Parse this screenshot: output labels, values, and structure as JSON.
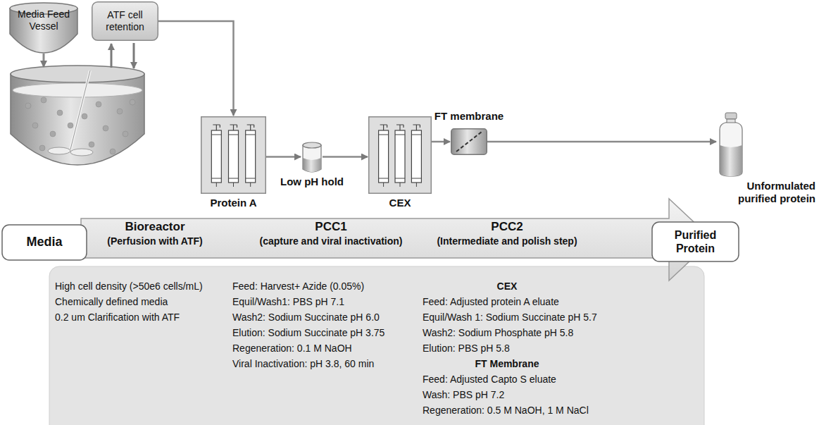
{
  "diagram": {
    "nodes": [
      {
        "text": [
          "Media Feed Vessel"
        ]
      },
      {
        "text": [
          "ATF cell retention"
        ]
      },
      {
        "text": [
          "Protein A"
        ]
      },
      {
        "text": [
          "Low pH hold"
        ]
      },
      {
        "text": [
          "CEX"
        ]
      },
      {
        "text": [
          "FT membrane"
        ]
      },
      {
        "text": [
          "Unformulated purified protein"
        ]
      },
      {
        "text": [
          "Media"
        ]
      },
      {
        "text": [
          "Bioreactor",
          "(Perfusion with ATF)",
          "PCC1",
          "(capture and viral inactivation)",
          "PCC2",
          "(Intermediate and polish step)"
        ]
      },
      {
        "text": [
          "Purified Protein"
        ]
      },
      {
        "text": [
          "High cell density (>50e6 cells/mL)",
          "Chemically defined media",
          "0.2 um Clarification with ATF",
          "Feed: Harvest+ Azide (0.05%)",
          "Equil/Wash1: PBS pH 7.1",
          "Wash2: Sodium Succinate pH 6.0",
          "Elution: Sodium Succinate pH 3.75",
          "Regeneration: 0.1 M NaOH",
          "Viral Inactivation: pH 3.8, 60 min",
          "CEX",
          "Feed: Adjusted protein A eluate",
          "Equil/Wash 1: Sodium Succinate pH 5.7",
          "Wash2: Sodium Phosphate pH 5.8",
          "Elution: PBS pH 5.8",
          "FT Membrane",
          "Feed: Adjusted Capto S eluate",
          "Wash: PBS pH 7.2",
          "Regeneration: 0.5 M NaOH, 1 M NaCl"
        ]
      }
    ],
    "edges": [
      {
        "from": 1,
        "to": 2,
        "arrow": "to"
      },
      {
        "from": 2,
        "to": 3,
        "arrow": "to"
      },
      {
        "from": 3,
        "to": 4,
        "arrow": "to"
      },
      {
        "from": 4,
        "to": 5,
        "arrow": "to"
      },
      {
        "from": 5,
        "to": 6,
        "arrow": "to"
      }
    ]
  }
}
